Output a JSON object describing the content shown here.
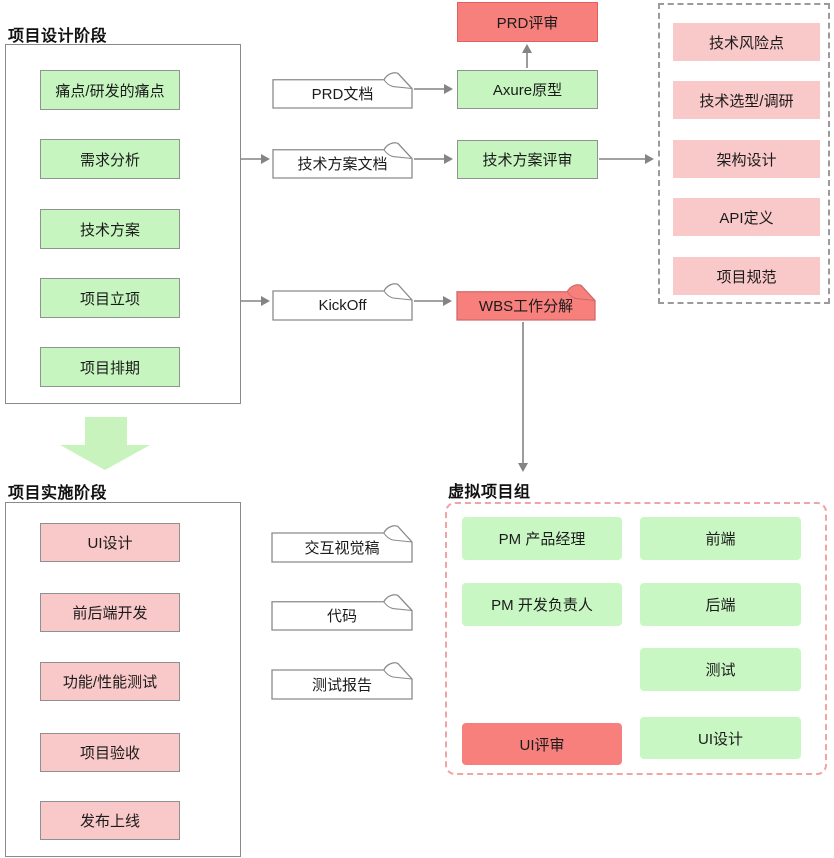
{
  "design_phase": {
    "title": "项目设计阶段",
    "steps": {
      "pain_points": "痛点/研发的痛点",
      "requirement_analysis": "需求分析",
      "tech_plan": "技术方案",
      "project_approval": "项目立项",
      "project_schedule": "项目排期"
    }
  },
  "documents": {
    "prd": "PRD文档",
    "tech_plan_doc": "技术方案文档",
    "kickoff": "KickOff",
    "interaction_visual_draft": "交互视觉稿",
    "code": "代码",
    "test_report": "测试报告"
  },
  "process_nodes": {
    "prd_review": "PRD评审",
    "axure_prototype": "Axure原型",
    "tech_plan_review": "技术方案评审",
    "wbs_breakdown": "WBS工作分解"
  },
  "tech_review_outputs": {
    "risk_points": "技术风险点",
    "tech_selection": "技术选型/调研",
    "architecture_design": "架构设计",
    "api_definition": "API定义",
    "project_spec": "项目规范"
  },
  "impl_phase": {
    "title": "项目实施阶段",
    "steps": {
      "ui_design": "UI设计",
      "fullstack_dev": "前后端开发",
      "func_perf_test": "功能/性能测试",
      "project_acceptance": "项目验收",
      "release": "发布上线"
    }
  },
  "virtual_team": {
    "title": "虚拟项目组",
    "members": {
      "pm_product": "PM 产品经理",
      "pm_dev_lead": "PM 开发负责人",
      "ui_review": "UI评审",
      "frontend": "前端",
      "backend": "后端",
      "qa": "测试",
      "ui_design": "UI设计"
    }
  },
  "colors": {
    "green_fill": "#c6f5bf",
    "green_flat_fill": "#c9f7c3",
    "red_fill": "#f7807d",
    "red_border": "#e05f5f",
    "pink_fill": "#f9c8c8",
    "gray_border": "#8f8f8f",
    "arrow_gray": "#848484",
    "dashed_gray_border": "#9b9b9b",
    "dashed_pink_border": "#f2a3a3",
    "block_arrow_green": "#c8f3bd"
  }
}
